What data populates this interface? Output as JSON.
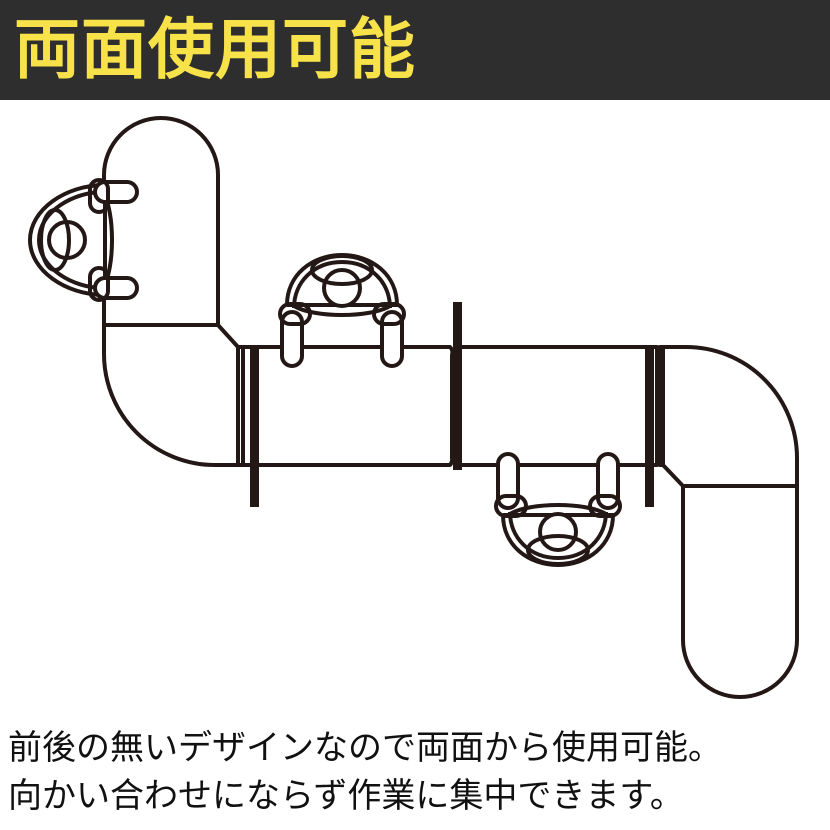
{
  "banner": {
    "title": "両面使用可能",
    "title_color": "#f8e24a",
    "background_color": "#2e2e2e"
  },
  "caption": {
    "line1": "前後の無いデザインなので両面から使用可能。",
    "line2": "向かい合わせにならず作業に集中できます。"
  },
  "diagram": {
    "stroke_color": "#231815",
    "description_items": [
      "desk-segments",
      "partition-panels",
      "chairs"
    ]
  }
}
